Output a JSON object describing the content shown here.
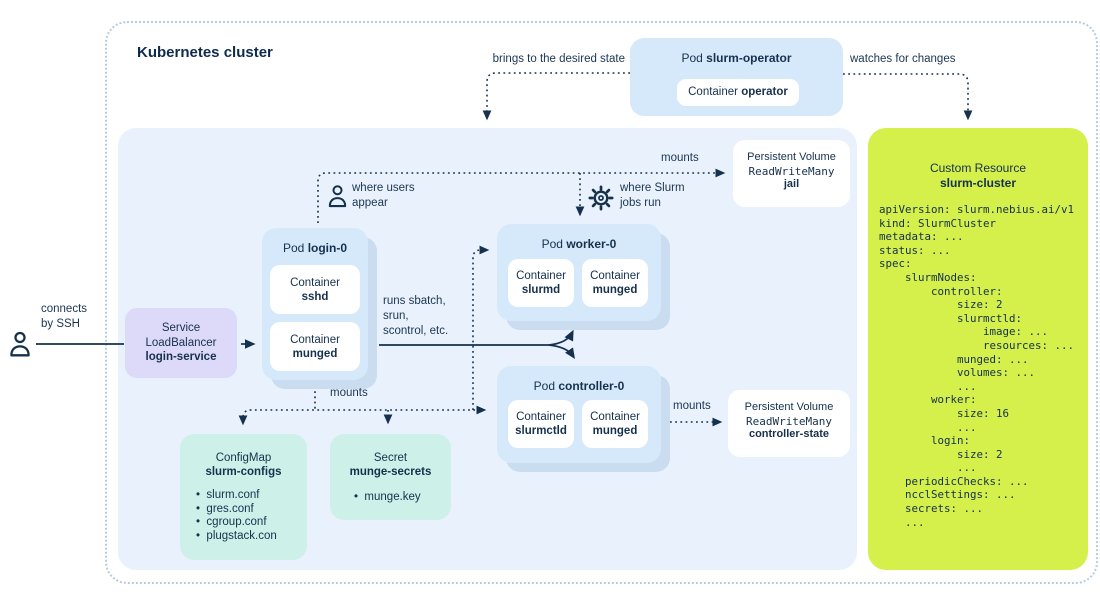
{
  "title": "Kubernetes cluster",
  "annotations": {
    "brings_to_state": "brings to the desired state",
    "watches_for_changes": "watches for changes",
    "mounts_jail": "mounts",
    "mounts_configs": "mounts",
    "mounts_controller_state": "mounts",
    "where_users_line1": "where users",
    "where_users_line2": "appear",
    "where_slurm_line1": "where Slurm",
    "where_slurm_line2": "jobs run",
    "connects_line1": "connects",
    "connects_line2": "by SSH",
    "runs_line1": "runs sbatch,",
    "runs_line2": "srun,",
    "runs_line3": "scontrol, etc."
  },
  "pods": {
    "operator": {
      "kind": "Pod",
      "name": "slurm-operator",
      "containers": [
        {
          "kind": "Container",
          "name": "operator"
        }
      ]
    },
    "login": {
      "kind": "Pod",
      "name": "login-0",
      "containers": [
        {
          "kind": "Container",
          "name": "sshd"
        },
        {
          "kind": "Container",
          "name": "munged"
        }
      ]
    },
    "worker": {
      "kind": "Pod",
      "name": "worker-0",
      "containers": [
        {
          "kind": "Container",
          "name": "slurmd"
        },
        {
          "kind": "Container",
          "name": "munged"
        }
      ]
    },
    "controller": {
      "kind": "Pod",
      "name": "controller-0",
      "containers": [
        {
          "kind": "Container",
          "name": "slurmctld"
        },
        {
          "kind": "Container",
          "name": "munged"
        }
      ]
    }
  },
  "service": {
    "kind": "Service",
    "subtype": "LoadBalancer",
    "name": "login-service"
  },
  "volumes": {
    "jail": {
      "kind": "Persistent Volume",
      "access": "ReadWriteMany",
      "name": "jail"
    },
    "controller_state": {
      "kind": "Persistent Volume",
      "access": "ReadWriteMany",
      "name": "controller-state"
    }
  },
  "configmap": {
    "kind": "ConfigMap",
    "name": "slurm-configs",
    "items": [
      "slurm.conf",
      "gres.conf",
      "cgroup.conf",
      "plugstack.con"
    ]
  },
  "secret": {
    "kind": "Secret",
    "name": "munge-secrets",
    "items": [
      "munge.key"
    ]
  },
  "custom_resource": {
    "kind": "Custom Resource",
    "name": "slurm-cluster",
    "yaml": "apiVersion: slurm.nebius.ai/v1\nkind: SlurmCluster\nmetadata: ...\nstatus: ...\nspec:\n    slurmNodes:\n        controller:\n            size: 2\n            slurmctld:\n                image: ...\n                resources: ...\n            munged: ...\n            volumes: ...\n            ...\n        worker:\n            size: 16\n            ...\n        login:\n            size: 2\n            ...\n    periodicChecks: ...\n    ncclSettings: ...\n    secrets: ...\n    ..."
  },
  "icons": {
    "user_in_cluster": "person-icon",
    "user_ssh": "person-icon",
    "slurm_jobs": "gear-icon"
  },
  "colors": {
    "text_navy": "#16314d",
    "panel_blue": "#e9f2fc",
    "pod_blue": "#d6e9fb",
    "pod_shadow": "#c9dcf0",
    "service_purple": "#ddd9f8",
    "config_mint": "#cdf0e9",
    "resource_yellow": "#d5ef4b",
    "border_dotted": "#b7cddf",
    "white": "#ffffff"
  }
}
